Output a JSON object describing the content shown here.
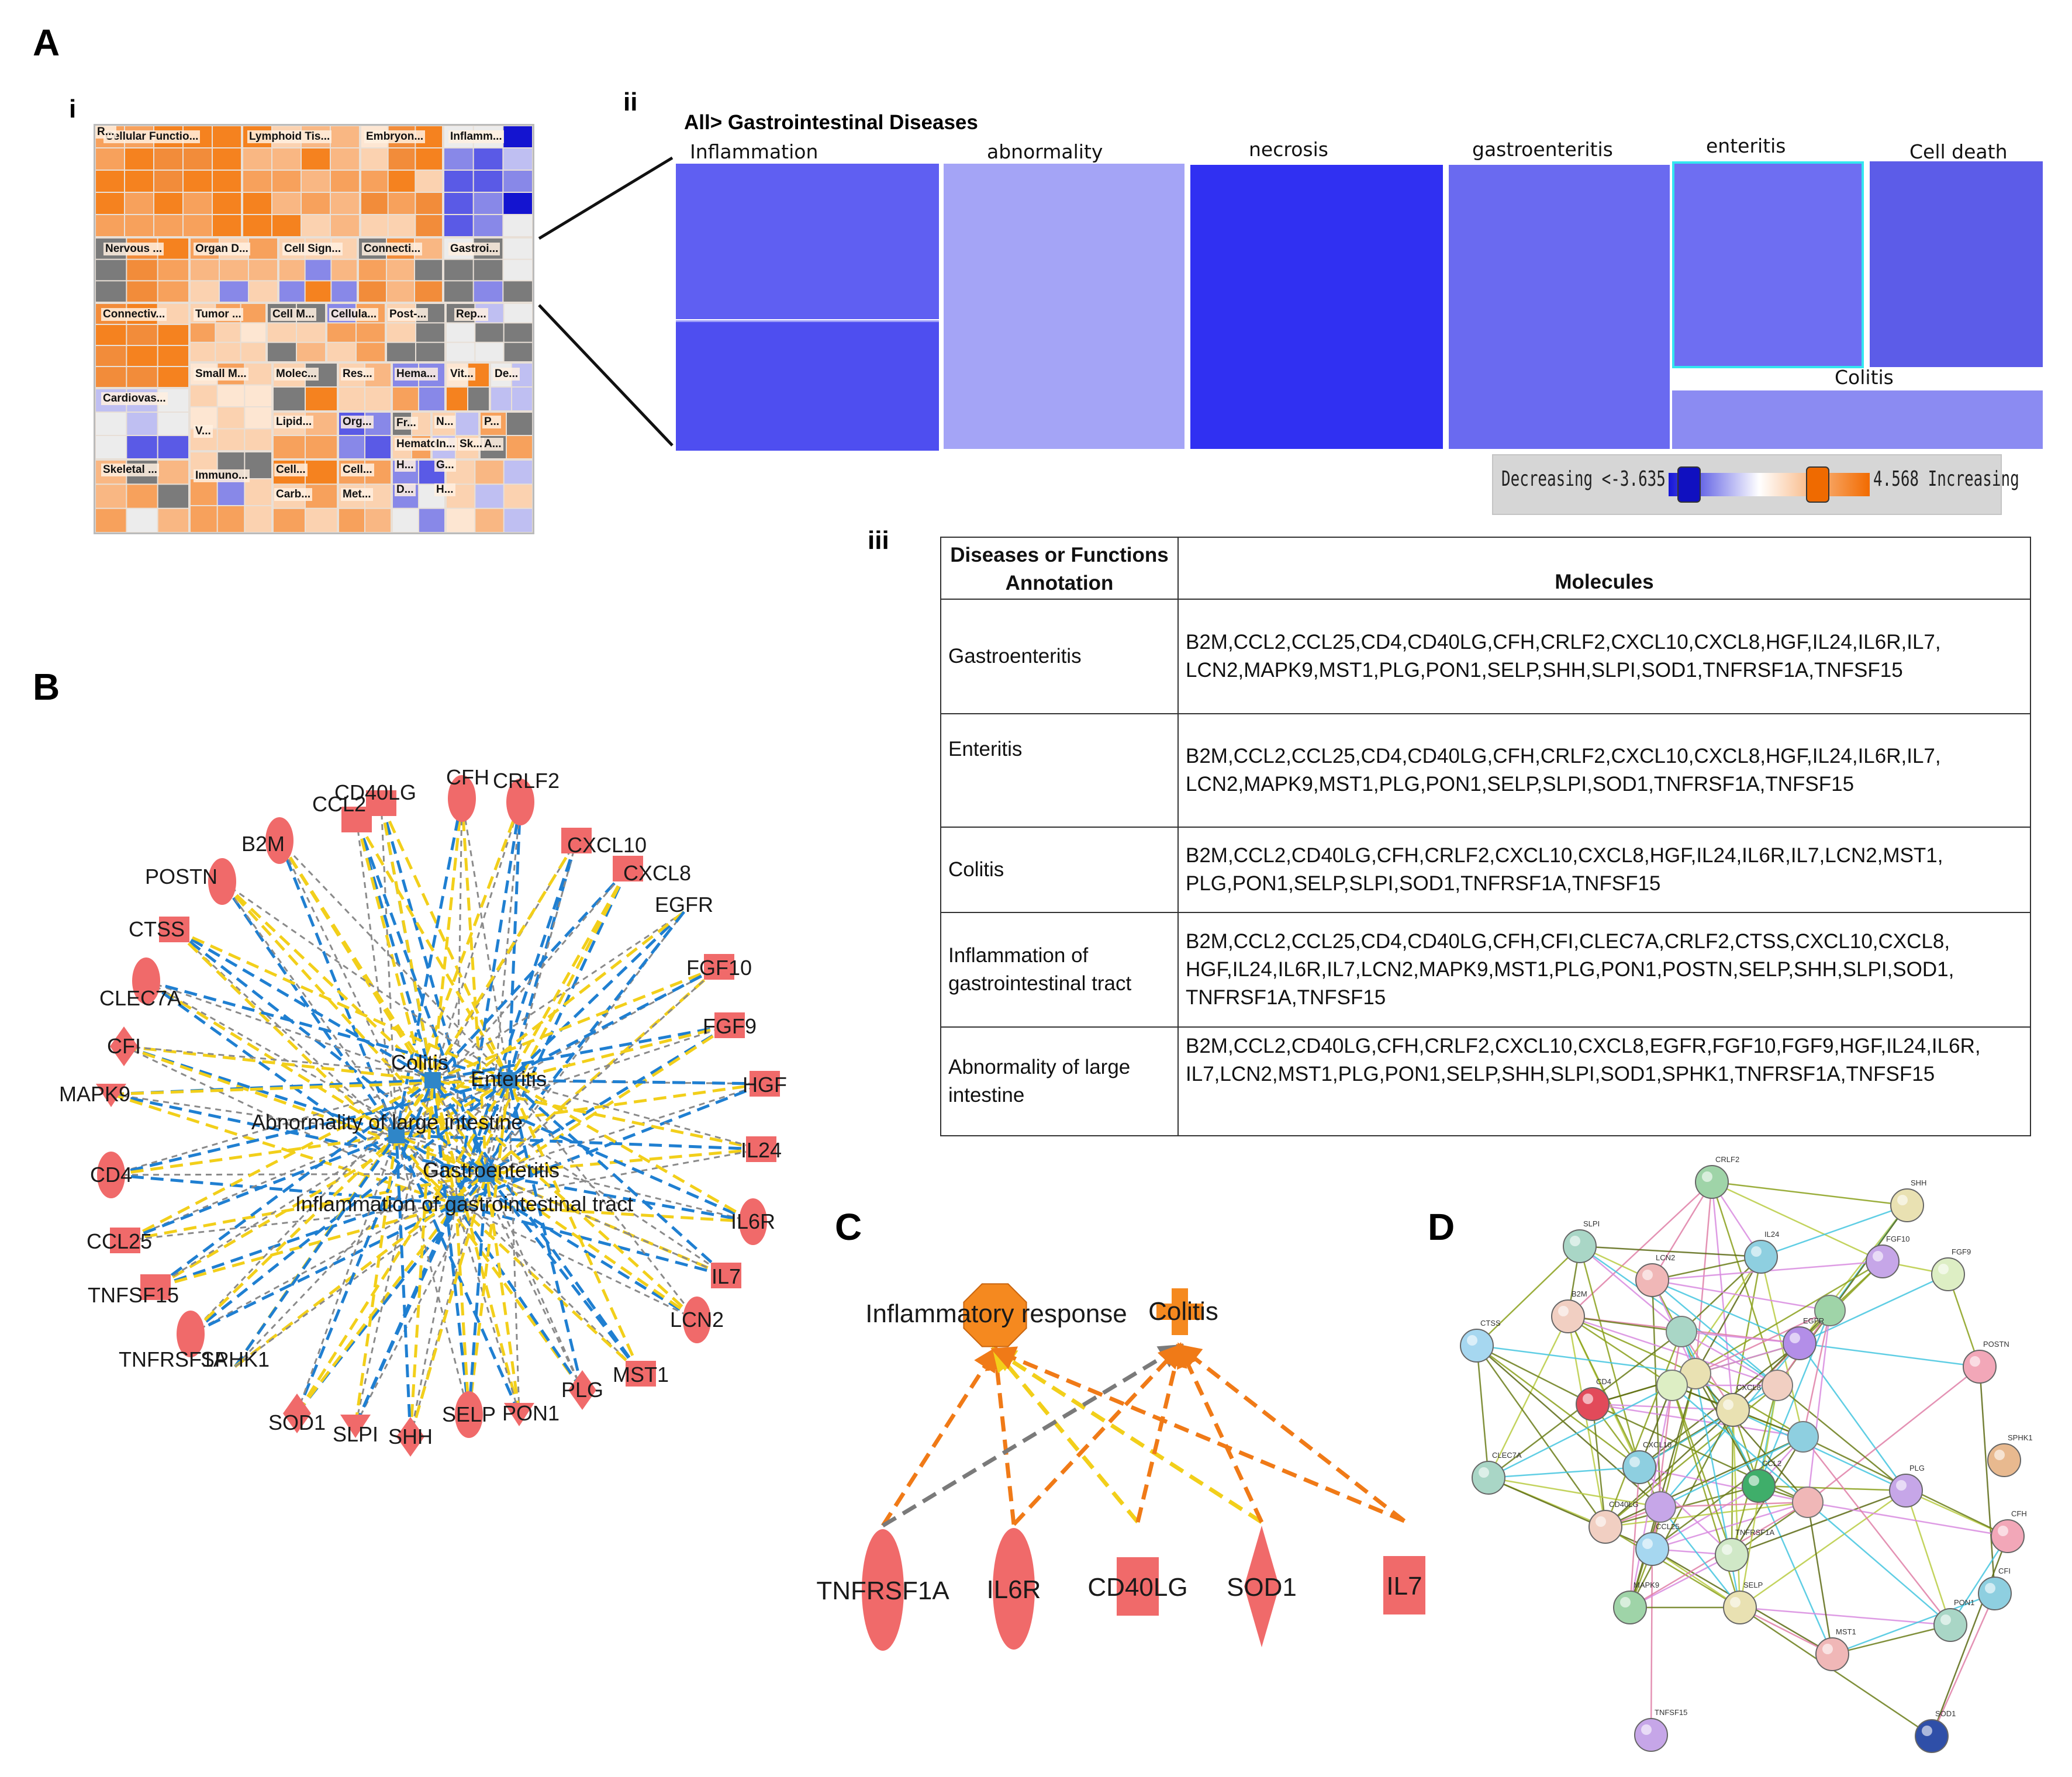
{
  "panels": {
    "A": {
      "label": "A"
    },
    "i": {
      "label": "i"
    },
    "ii": {
      "label": "ii"
    },
    "iii": {
      "label": "iii"
    },
    "B": {
      "label": "B"
    },
    "C": {
      "label": "C"
    },
    "D": {
      "label": "D"
    }
  },
  "treemap_i": {
    "labels": [
      "Cellular Functio...",
      "Lymphoid Tis...",
      "Embryon...",
      "Inflamm...",
      "Nervous ...",
      "Organ D...",
      "Cell Sign...",
      "Connecti...",
      "Gastroi...",
      "Connectiv...",
      "Tumor ...",
      "Cell M...",
      "Cellula...",
      "Post-...",
      "Rep...",
      "Small M...",
      "Molec...",
      "Res...",
      "Hema...",
      "Vit...",
      "De...",
      "Cardiovas...",
      "Lipid...",
      "Org...",
      "Fr...",
      "N...",
      "P...",
      "V...",
      "Hemato...",
      "In...",
      "Sk...",
      "A...",
      "R...",
      "Skeletal ...",
      "Immuno...",
      "Cell...",
      "Cell...",
      "H...",
      "G...",
      "Carb...",
      "Met...",
      "D...",
      "H..."
    ]
  },
  "treemap_ii": {
    "breadcrumb": "All> Gastrointestinal Diseases",
    "categories": [
      "Inflammation",
      "abnormality",
      "necrosis",
      "gastroenteritis",
      "enteritis",
      "Cell death",
      "Colitis"
    ],
    "legend": {
      "low_text": "Decreasing <-3.635",
      "high_text": "4.568 Increasing",
      "low_color": "#1f1fd6",
      "high_color": "#f26b00"
    }
  },
  "table": {
    "headers": [
      "Diseases or Functions Annotation",
      "Molecules"
    ],
    "rows": [
      {
        "annotation": "Gastroenteritis",
        "molecules": "B2M,CCL2,CCL25,CD4,CD40LG,CFH,CRLF2,CXCL10,CXCL8,HGF,IL24,IL6R,IL7, LCN2,MAPK9,MST1,PLG,PON1,SELP,SHH,SLPI,SOD1,TNFRSF1A,TNFSF15"
      },
      {
        "annotation": "Enteritis",
        "molecules": "B2M,CCL2,CCL25,CD4,CD40LG,CFH,CRLF2,CXCL10,CXCL8,HGF,IL24,IL6R,IL7, LCN2,MAPK9,MST1,PLG,PON1,SELP,SLPI,SOD1,TNFRSF1A,TNFSF15"
      },
      {
        "annotation": "Colitis",
        "molecules": "B2M,CCL2,CD40LG,CFH,CRLF2,CXCL10,CXCL8,HGF,IL24,IL6R,IL7,LCN2,MST1, PLG,PON1,SELP,SLPI,SOD1,TNFRSF1A,TNFSF15"
      },
      {
        "annotation": "Inflammation of gastrointestinal tract",
        "molecules": "B2M,CCL2,CCL25,CD4,CD40LG,CFH,CFI,CLEC7A,CRLF2,CTSS,CXCL10,CXCL8, HGF,IL24,IL6R,IL7,LCN2,MAPK9,MST1,PLG,PON1,POSTN,SELP,SHH,SLPI,SOD1, TNFRSF1A,TNFSF15"
      },
      {
        "annotation": "Abnormality of large intestine",
        "molecules": "B2M,CCL2,CD40LG,CFH,CRLF2,CXCL10,CXCL8,EGFR,FGF10,FGF9,HGF,IL24,IL6R, IL7,LCN2,MST1,PLG,PON1,SELP,SHH,SLPI,SOD1,SPHK1,TNFRSF1A,TNFSF15"
      }
    ]
  },
  "network_B": {
    "hubs": [
      "Colitis",
      "Enteritis",
      "Abnormality of large intestine",
      "Gastroenteritis",
      "Inflammation of gastrointestinal tract"
    ],
    "genes": [
      "CD40LG",
      "CFH",
      "CRLF2",
      "CCL2",
      "B2M",
      "CXCL10",
      "CXCL8",
      "POSTN",
      "EGFR",
      "CTSS",
      "FGF10",
      "CLEC7A",
      "FGF9",
      "CFI",
      "HGF",
      "MAPK9",
      "IL24",
      "CD4",
      "IL6R",
      "CCL25",
      "IL7",
      "TNFSF15",
      "LCN2",
      "TNFRSF1A",
      "MST1",
      "SPHK1",
      "PLG",
      "SOD1",
      "PON1",
      "SLPI",
      "SELP",
      "SHH"
    ],
    "colors": {
      "node": "#f06a6a",
      "blue_edge": "#1f7fd1",
      "yellow_edge": "#f2cf1a",
      "gray_edge": "#8a8a8a",
      "hub": "#2f86c8"
    }
  },
  "network_C": {
    "targets": [
      "Inflammatory response",
      "Colitis"
    ],
    "genes": [
      "TNFRSF1A",
      "IL6R",
      "CD40LG",
      "SOD1",
      "IL7"
    ],
    "colors": {
      "target": "#f5891f",
      "node": "#f06a6a",
      "orange_edge": "#f07a17",
      "yellow_edge": "#f2cf1a",
      "gray_edge": "#7a7a7a"
    }
  },
  "network_D": {
    "nodes": [
      "CRLF2",
      "SHH",
      "SLPI",
      "IL24",
      "LCN2",
      "FGF10",
      "FGF9",
      "B2M",
      "CTSS",
      "EGFR",
      "POSTN",
      "CD4",
      "CXCL8",
      "CLEC7A",
      "CXCL10",
      "CCL2",
      "PLG",
      "SPHK1",
      "CD40LG",
      "CCL25",
      "TNFRSF1A",
      "CFH",
      "MAPK9",
      "SELP",
      "PON1",
      "CFI",
      "MST1",
      "TNFSF15",
      "SOD1"
    ]
  }
}
